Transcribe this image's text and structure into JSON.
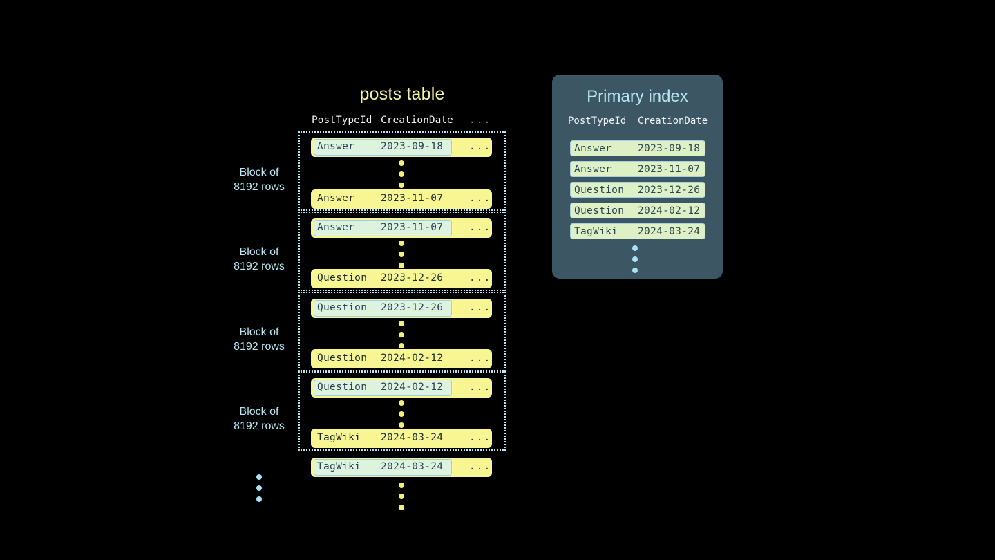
{
  "posts_table": {
    "title": "posts table",
    "columns": [
      "PostTypeId",
      "CreationDate",
      "..."
    ],
    "block_label": "Block of\n8192 rows",
    "block_label_line1": "Block of",
    "block_label_line2": "8192 rows",
    "ellipsis_glyph": "...",
    "blocks": [
      {
        "label_line1": "Block of",
        "label_line2": "8192 rows",
        "first_row": {
          "type": "Answer",
          "date": "2023-09-18",
          "more": "...",
          "highlighted": true
        },
        "last_row": {
          "type": "Answer",
          "date": "2023-11-07",
          "more": "...",
          "highlighted": false
        }
      },
      {
        "label_line1": "Block of",
        "label_line2": "8192 rows",
        "first_row": {
          "type": "Answer",
          "date": "2023-11-07",
          "more": "...",
          "highlighted": true
        },
        "last_row": {
          "type": "Question",
          "date": "2023-12-26",
          "more": "...",
          "highlighted": false
        }
      },
      {
        "label_line1": "Block of",
        "label_line2": "8192 rows",
        "first_row": {
          "type": "Question",
          "date": "2023-12-26",
          "more": "...",
          "highlighted": true
        },
        "last_row": {
          "type": "Question",
          "date": "2024-02-12",
          "more": "...",
          "highlighted": false
        }
      },
      {
        "label_line1": "Block of",
        "label_line2": "8192 rows",
        "first_row": {
          "type": "Question",
          "date": "2024-02-12",
          "more": "...",
          "highlighted": true
        },
        "last_row": {
          "type": "TagWiki",
          "date": "2024-03-24",
          "more": "...",
          "highlighted": false
        }
      }
    ],
    "trailing_row": {
      "type": "TagWiki",
      "date": "2024-03-24",
      "more": "...",
      "highlighted": true
    }
  },
  "primary_index": {
    "title": "Primary index",
    "columns": [
      "PostTypeId",
      "CreationDate"
    ],
    "rows": [
      {
        "type": "Answer",
        "date": "2023-09-18"
      },
      {
        "type": "Answer",
        "date": "2023-11-07"
      },
      {
        "type": "Question",
        "date": "2023-12-26"
      },
      {
        "type": "Question",
        "date": "2024-02-12"
      },
      {
        "type": "TagWiki",
        "date": "2024-03-24"
      }
    ]
  },
  "colors": {
    "background": "#000000",
    "row_yellow": "#f8f693",
    "key_highlight_green": "#ddf2df",
    "key_highlight_border": "#9ecfe0",
    "index_panel": "#3c5663",
    "index_row_green": "#ddf0c6",
    "accent_blue": "#b6e5f5",
    "title_yellow": "#f6f59a",
    "dot_yellow": "#f3ef7a"
  }
}
